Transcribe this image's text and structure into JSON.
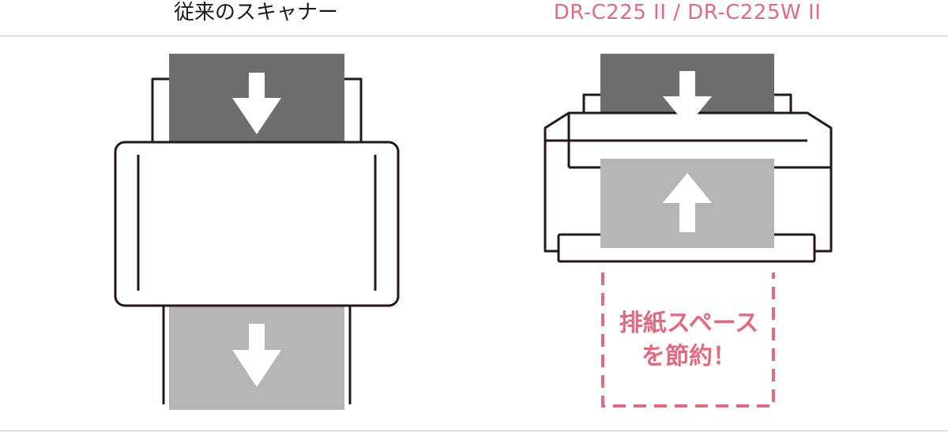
{
  "headings": {
    "conventional": "従来のスキャナー",
    "product": "DR-C225 II / DR-C225W II"
  },
  "callout": {
    "line1": "排紙スペース",
    "line2": "を節約！"
  },
  "colors": {
    "accent": "#e06a80",
    "outline": "#231815",
    "paper_in": "#6e6e6e",
    "paper_out": "#b4b5b4",
    "divider": "#c8c8c8"
  },
  "icons": [
    "arrow-down-icon",
    "arrow-up-icon"
  ]
}
